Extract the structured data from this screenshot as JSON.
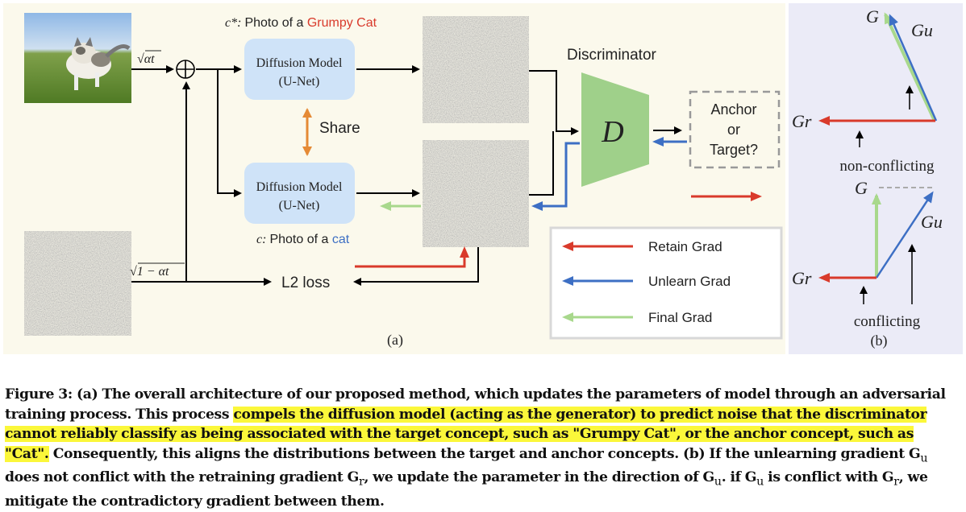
{
  "figure": {
    "panel_a": {
      "condition_top_prefix": "c*: ",
      "condition_top_text": "Photo of a ",
      "condition_top_highlight": "Grumpy Cat",
      "condition_bottom_prefix": "c: ",
      "condition_bottom_text": "Photo of a ",
      "condition_bottom_highlight": "cat",
      "sqrt_alpha_label": "√αt",
      "sqrt_one_minus_alpha_label": "√1 − αt",
      "diffusion_model_top_line1": "Diffusion Model",
      "diffusion_model_top_line2": "(U-Net)",
      "diffusion_model_bottom_line1": "Diffusion Model",
      "diffusion_model_bottom_line2": "(U-Net)",
      "share_label": "Share",
      "discriminator_title": "Discriminator",
      "discriminator_symbol": "D",
      "decision_line1": "Anchor",
      "decision_line2": "or",
      "decision_line3": "Target?",
      "l2_loss_label": "L2 loss",
      "legend": [
        {
          "label": "Retain Grad",
          "color": "#d93a2b"
        },
        {
          "label": "Unlearn Grad",
          "color": "#3d6fc4"
        },
        {
          "label": "Final Grad",
          "color": "#a8d88c"
        }
      ],
      "panel_label": "(a)"
    },
    "panel_b": {
      "top_G": "G",
      "top_Gu": "Gu",
      "top_Gr": "Gr",
      "top_caption": "non-conflicting",
      "bottom_G": "G",
      "bottom_Gu": "Gu",
      "bottom_Gr": "Gr",
      "bottom_caption": "conflicting",
      "panel_label": "(b)"
    },
    "colors": {
      "retain": "#d93a2b",
      "unlearn": "#3d6fc4",
      "final": "#a8d88c",
      "share": "#e58a35",
      "discriminator": "#9fd08a",
      "unet_box": "#cfe3f8",
      "panel_a_bg": "#fbf9ec",
      "panel_b_bg": "#ebebf7",
      "highlight": "#fbf73a"
    }
  },
  "caption": {
    "label": "Figure 3:",
    "part1": " (a) The overall architecture of our proposed method, which updates the parameters of model through an adversarial training process. This process ",
    "highlight": "compels the diffusion model (acting as the generator) to predict noise that the discriminator cannot reliably classify as being associated with the target concept, such as \"Grumpy Cat\", or the anchor concept, such as \"Cat\".",
    "part2": " Consequently, this aligns the distributions between the target and anchor concepts. (b) If the unlearning gradient G",
    "sub_u1": "u",
    "part3": " does not conflict with the retraining gradient G",
    "sub_r1": "r",
    "part4": ", we update the parameter in the direction of G",
    "sub_u2": "u",
    "part5": ". if G",
    "sub_u3": "u",
    "part6": " is conflict with G",
    "sub_r2": "r",
    "part7": ", we mitigate the contradictory gradient between them."
  }
}
